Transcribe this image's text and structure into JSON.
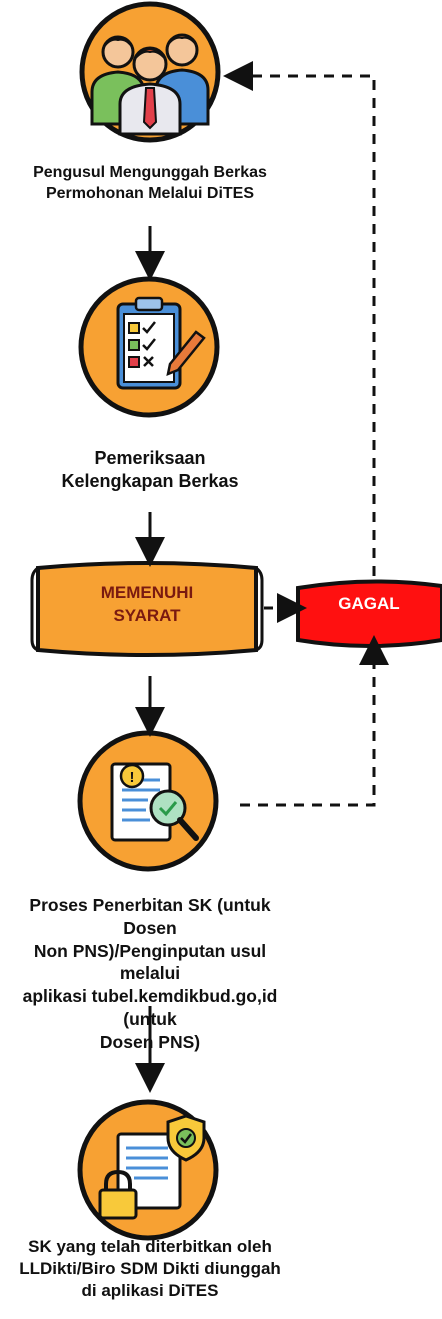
{
  "colors": {
    "orange": "#f7a133",
    "red": "#ff1010",
    "dark": "#222222",
    "shirt_green": "#7ac05c",
    "blue": "#4a8fd8",
    "yellow": "#f8c93a"
  },
  "steps": [
    {
      "label_lines": [
        "Pengusul Mengunggah Berkas",
        "Permohonan Melalui DiTES"
      ],
      "icon": "people-group-icon"
    },
    {
      "label_lines": [
        "Pemeriksaan",
        "Kelengkapan Berkas"
      ],
      "icon": "clipboard-checklist-icon"
    },
    {
      "label_lines": [
        "Proses Penerbitan SK (untuk Dosen",
        "Non PNS)/Penginputan usul melalui",
        "aplikasi tubel.kemdikbud.go,id (untuk",
        "Dosen PNS)"
      ],
      "icon": "document-review-icon"
    },
    {
      "label_lines": [
        "SK yang telah diterbitkan oleh",
        "LLDikti/Biro SDM Dikti diunggah",
        "di aplikasi DiTES"
      ],
      "icon": "secured-document-icon"
    }
  ],
  "decision": {
    "pass_lines": [
      "MEMENUHI",
      "SYARAT"
    ],
    "fail_label": "GAGAL"
  }
}
